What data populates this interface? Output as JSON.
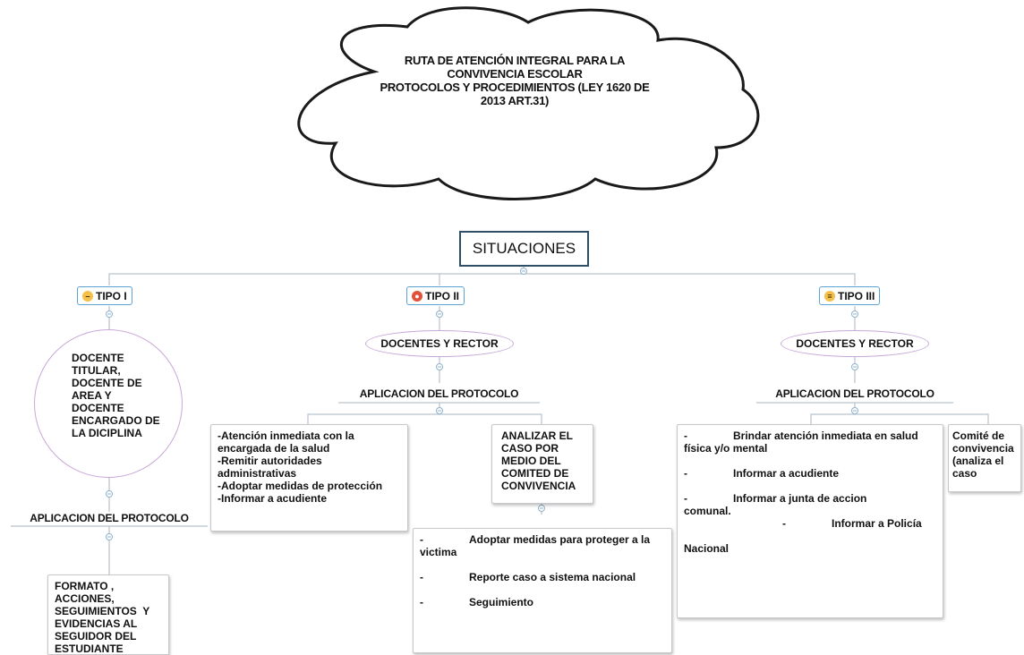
{
  "cloud": {
    "lines": [
      "RUTA DE ATENCIÓN INTEGRAL PARA LA",
      "CONVIVENCIA ESCOLAR",
      "PROTOCOLOS Y PROCEDIMIENTOS (LEY 1620 DE",
      "2013 ART.31)"
    ]
  },
  "root": {
    "label": "SITUACIONES"
  },
  "tipo1": {
    "label": "TIPO I",
    "responsible": [
      "DOCENTE",
      "TITULAR,",
      "DOCENTE DE",
      "AREA Y",
      "DOCENTE",
      "ENCARGADO DE",
      "LA DICIPLINA"
    ],
    "protocol": "APLICACION DEL PROTOCOLO",
    "box": [
      "FORMATO ,",
      "ACCIONES,",
      "SEGUIMIENTOS  Y",
      "EVIDENCIAS AL",
      "SEGUIDOR DEL",
      "ESTUDIANTE"
    ]
  },
  "tipo2": {
    "label": "TIPO II",
    "responsible": "DOCENTES Y RECTOR",
    "protocol": "APLICACION DEL PROTOCOLO",
    "box_left": [
      "-Atención inmediata con la",
      "encargada de la salud",
      "-Remitir autoridades",
      "administrativas",
      "-Adoptar medidas de protección",
      "-Informar a acudiente"
    ],
    "box_right": [
      "ANALIZAR EL",
      "CASO POR",
      "MEDIO DEL",
      "COMITED DE",
      "CONVIVENCIA"
    ],
    "box_bottom": {
      "dash": "-",
      "item1": "Adoptar medidas para proteger a la",
      "item1_cont": "victima",
      "item2": "Reporte caso a sistema nacional",
      "item3": "Seguimiento"
    }
  },
  "tipo3": {
    "label": "TIPO III",
    "responsible": "DOCENTES Y RECTOR",
    "protocol": "APLICACION DEL PROTOCOLO",
    "box_main": {
      "dash": "-",
      "item1": "Brindar atención inmediata en salud",
      "item1_cont": "física y/o mental",
      "item2": "Informar a acudiente",
      "item3": "Informar a junta de accion",
      "item3_cont": "comunal.",
      "item4": "Informar a Policía",
      "item4_cont": "Nacional"
    },
    "box_side": [
      "Comité de",
      "convivencia",
      "(analiza el",
      "caso"
    ]
  },
  "colors": {
    "connector": "#b8c2cc",
    "root_border": "#2f4f66",
    "tipo_border": "#5aa3d4",
    "pill_border": "#c8a8d8",
    "emoji_tipo1": "#f5c04a",
    "emoji_tipo2": "#e0533a",
    "emoji_tipo3": "#f5c04a"
  },
  "icons": {
    "tipo1": "neutral-face-icon",
    "tipo2": "angry-face-icon",
    "tipo3": "grimacing-face-icon",
    "collapse": "collapse-toggle-icon"
  }
}
